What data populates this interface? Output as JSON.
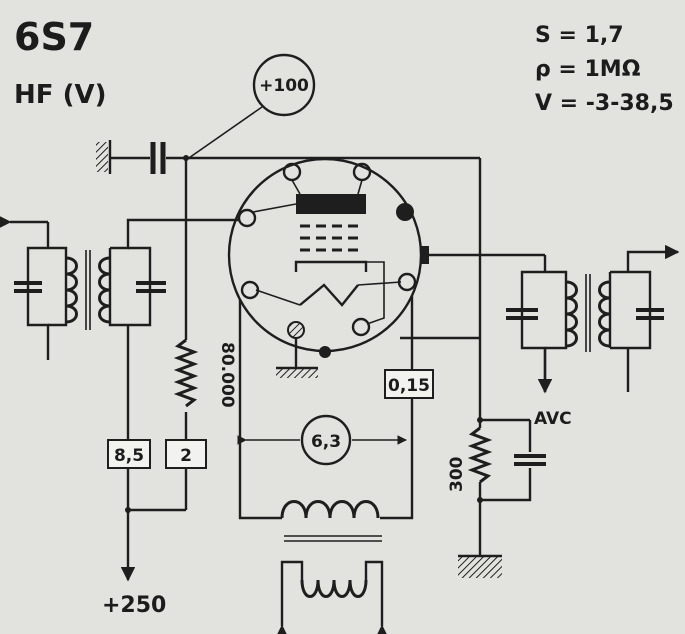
{
  "title": {
    "tube": "6S7",
    "function": "HF (V)"
  },
  "specs": {
    "s": "S = 1,7",
    "rho": "ρ = 1MΩ",
    "v": "V = -3-38,5"
  },
  "labels": {
    "supply_100": "+100",
    "supply_250": "+250",
    "resistor_80000": "80.000",
    "resistor_300": "300",
    "box_8_5": "8,5",
    "box_2": "2",
    "box_0_15": "0,15",
    "heater_voltage": "6,3",
    "avc": "AVC"
  },
  "colors": {
    "background": "#e2e2de",
    "ink": "#1e1e1e"
  }
}
